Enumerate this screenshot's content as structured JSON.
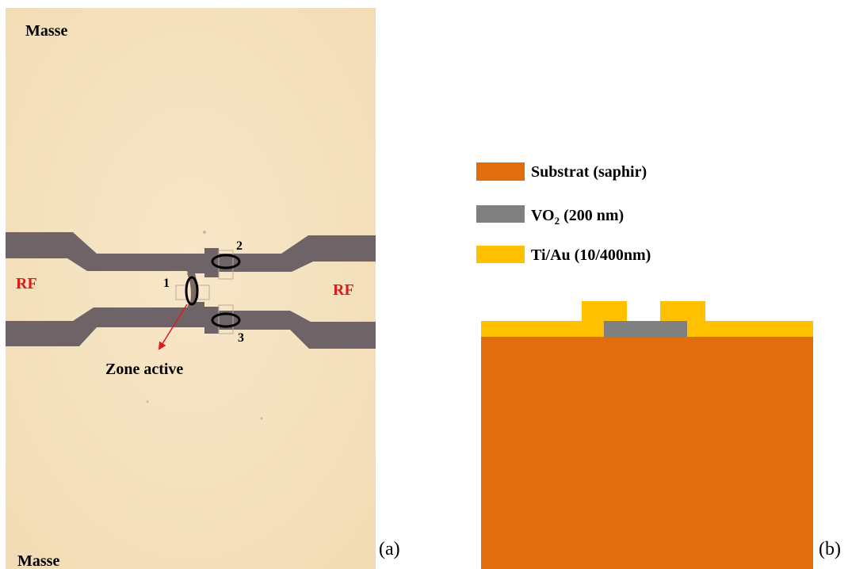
{
  "panel_a": {
    "labels": {
      "ground_top": "Masse",
      "ground_bottom": "Masse",
      "rf_left": "RF",
      "rf_right": "RF",
      "marker_1": "1",
      "marker_2": "2",
      "marker_3": "3",
      "active_zone": "Zone active"
    },
    "panel_letter": "(a)",
    "colors": {
      "substrate_photo": "#f6e3c2",
      "line_metal": "#6e6467",
      "rf_label": "#e01a1a",
      "arrow": "#e01a1a"
    }
  },
  "panel_b": {
    "legend": [
      {
        "label": "Substrat (saphir)",
        "color": "#e16d0c"
      },
      {
        "label": "VO",
        "subscript": "2",
        "suffix": " (200 nm)",
        "color": "#808080"
      },
      {
        "label": "Ti/Au (10/400nm)",
        "color": "#ffc000"
      }
    ],
    "panel_letter": "(b)",
    "colors": {
      "substrate": "#e16d0c",
      "vo2": "#808080",
      "metal": "#ffc000"
    }
  }
}
